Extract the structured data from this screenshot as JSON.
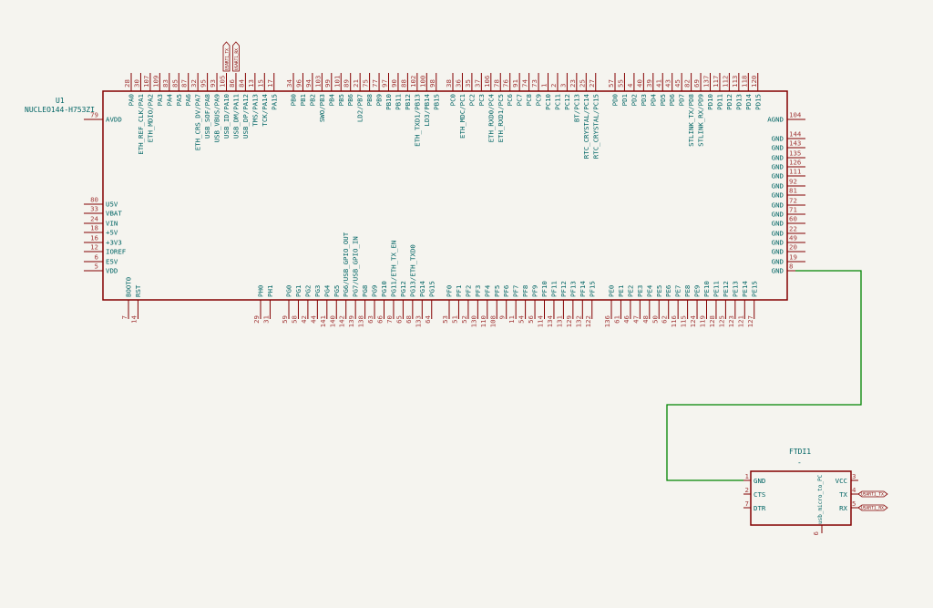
{
  "colors": {
    "background": "#f5f4ef",
    "outline": "#840000",
    "pin": "#840000",
    "pin_number": "#a33a3a",
    "pin_name": "#006464",
    "wire": "#008400",
    "label": "#840000"
  },
  "u1": {
    "reference": "U1",
    "value": "NUCLEO144-H753ZI",
    "left_pins": [
      {
        "num": "79",
        "name": "AVDD"
      },
      {
        "num": "80",
        "name": "U5V"
      },
      {
        "num": "33",
        "name": "VBAT"
      },
      {
        "num": "24",
        "name": "VIN"
      },
      {
        "num": "18",
        "name": "+5V"
      },
      {
        "num": "16",
        "name": "+3V3"
      },
      {
        "num": "12",
        "name": "IOREF"
      },
      {
        "num": "6",
        "name": "E5V"
      },
      {
        "num": "5",
        "name": "VDD"
      }
    ],
    "right_pins": [
      {
        "num": "104",
        "name": "AGND"
      },
      {
        "num": "144",
        "name": "GND"
      },
      {
        "num": "143",
        "name": "GND"
      },
      {
        "num": "135",
        "name": "GND"
      },
      {
        "num": "126",
        "name": "GND"
      },
      {
        "num": "111",
        "name": "GND"
      },
      {
        "num": "92",
        "name": "GND"
      },
      {
        "num": "81",
        "name": "GND"
      },
      {
        "num": "72",
        "name": "GND"
      },
      {
        "num": "71",
        "name": "GND"
      },
      {
        "num": "60",
        "name": "GND"
      },
      {
        "num": "22",
        "name": "GND"
      },
      {
        "num": "49",
        "name": "GND"
      },
      {
        "num": "20",
        "name": "GND"
      },
      {
        "num": "19",
        "name": "GND"
      },
      {
        "num": "8",
        "name": "GND"
      }
    ],
    "top_pins": [
      {
        "num": "28",
        "name": "PA0"
      },
      {
        "num": "30",
        "name": "ETH_REF_CLK/PA1"
      },
      {
        "num": "107",
        "name": "ETH_MDIO/PA2"
      },
      {
        "num": "109",
        "name": "PA3"
      },
      {
        "num": "83",
        "name": "PA4"
      },
      {
        "num": "85",
        "name": "PA5"
      },
      {
        "num": "87",
        "name": "PA6"
      },
      {
        "num": "32",
        "name": "ETH_CRS_DV/PA7"
      },
      {
        "num": "95",
        "name": "USB_SOF/PA8"
      },
      {
        "num": "93",
        "name": "USB_VBUS/PA9"
      },
      {
        "num": "105",
        "name": "USB_ID/PA10"
      },
      {
        "num": "86",
        "name": "USB_DM/PA11"
      },
      {
        "num": "84",
        "name": "USB_DP/PA12"
      },
      {
        "num": "13",
        "name": "TMS/PA13"
      },
      {
        "num": "15",
        "name": "TCK/PA14"
      },
      {
        "num": "17",
        "name": "PA15"
      },
      {
        "num": "34",
        "name": "PB0"
      },
      {
        "num": "96",
        "name": "PB1"
      },
      {
        "num": "94",
        "name": "PB2"
      },
      {
        "num": "103",
        "name": "SWO/PB3"
      },
      {
        "num": "99",
        "name": "PB4"
      },
      {
        "num": "101",
        "name": "PB5"
      },
      {
        "num": "89",
        "name": "PB6"
      },
      {
        "num": "21",
        "name": "LD2/PB7"
      },
      {
        "num": "75",
        "name": "PB8"
      },
      {
        "num": "77",
        "name": "PB9"
      },
      {
        "num": "97",
        "name": "PB10"
      },
      {
        "num": "90",
        "name": "PB11"
      },
      {
        "num": "88",
        "name": "PB12"
      },
      {
        "num": "102",
        "name": "ETH_TXD1/PB13"
      },
      {
        "num": "100",
        "name": "LD3/PB14"
      },
      {
        "num": "98",
        "name": "PB15"
      },
      {
        "num": "38",
        "name": "PC0"
      },
      {
        "num": "36",
        "name": "ETH_MDC/PC1"
      },
      {
        "num": "35",
        "name": "PC2"
      },
      {
        "num": "37",
        "name": "PC3"
      },
      {
        "num": "106",
        "name": "ETH_RXD0/PC4"
      },
      {
        "num": "78",
        "name": "ETH_RXD1/PC5"
      },
      {
        "num": "76",
        "name": "PC6"
      },
      {
        "num": "91",
        "name": "PC7"
      },
      {
        "num": "74",
        "name": "PC8"
      },
      {
        "num": "73",
        "name": "PC9"
      },
      {
        "num": "1",
        "name": "PC10"
      },
      {
        "num": "2",
        "name": "PC11"
      },
      {
        "num": "3",
        "name": "PC12"
      },
      {
        "num": "23",
        "name": "BT/PC13"
      },
      {
        "num": "25",
        "name": "RTC_CRYSTAL/PC14"
      },
      {
        "num": "27",
        "name": "RTC_CRYSTAL/PC15"
      },
      {
        "num": "57",
        "name": "PD0"
      },
      {
        "num": "55",
        "name": "PD1"
      },
      {
        "num": "4",
        "name": "PD2"
      },
      {
        "num": "40",
        "name": "PD3"
      },
      {
        "num": "39",
        "name": "PD4"
      },
      {
        "num": "41",
        "name": "PD5"
      },
      {
        "num": "43",
        "name": "PD6"
      },
      {
        "num": "45",
        "name": "PD7"
      },
      {
        "num": "82",
        "name": "STLINK_TX/PD8"
      },
      {
        "num": "69",
        "name": "STLINK_RX/PD9"
      },
      {
        "num": "137",
        "name": "PD10"
      },
      {
        "num": "117",
        "name": "PD11"
      },
      {
        "num": "112",
        "name": "PD12"
      },
      {
        "num": "113",
        "name": "PD13"
      },
      {
        "num": "118",
        "name": "PD14"
      },
      {
        "num": "120",
        "name": "PD15"
      }
    ],
    "bottom_pins": [
      {
        "num": "7",
        "name": "BOOT0"
      },
      {
        "num": "14",
        "name": "RST"
      },
      {
        "num": "29",
        "name": "PH0"
      },
      {
        "num": "31",
        "name": "PH1"
      },
      {
        "num": "59",
        "name": "PG0"
      },
      {
        "num": "58",
        "name": "PG1"
      },
      {
        "num": "42",
        "name": "PG2"
      },
      {
        "num": "44",
        "name": "PG3"
      },
      {
        "num": "141",
        "name": "PG4"
      },
      {
        "num": "140",
        "name": "PG5"
      },
      {
        "num": "142",
        "name": "PG6/USB_GPIO_OUT"
      },
      {
        "num": "139",
        "name": "PG7/USB_GPIO_IN"
      },
      {
        "num": "138",
        "name": "PG8"
      },
      {
        "num": "63",
        "name": "PG9"
      },
      {
        "num": "66",
        "name": "PG10"
      },
      {
        "num": "70",
        "name": "PG11/ETH_TX_EN"
      },
      {
        "num": "65",
        "name": "PG12"
      },
      {
        "num": "68",
        "name": "PG13/ETH_TXD0"
      },
      {
        "num": "133",
        "name": "PG14"
      },
      {
        "num": "64",
        "name": "PG15"
      },
      {
        "num": "53",
        "name": "PF0"
      },
      {
        "num": "51",
        "name": "PF1"
      },
      {
        "num": "52",
        "name": "PF2"
      },
      {
        "num": "130",
        "name": "PF3"
      },
      {
        "num": "110",
        "name": "PF4"
      },
      {
        "num": "108",
        "name": "PF5"
      },
      {
        "num": "9",
        "name": "PF6"
      },
      {
        "num": "11",
        "name": "PF7"
      },
      {
        "num": "54",
        "name": "PF8"
      },
      {
        "num": "56",
        "name": "PF9"
      },
      {
        "num": "114",
        "name": "PF10"
      },
      {
        "num": "134",
        "name": "PF11"
      },
      {
        "num": "131",
        "name": "PF12"
      },
      {
        "num": "129",
        "name": "PF13"
      },
      {
        "num": "132",
        "name": "PF14"
      },
      {
        "num": "122",
        "name": "PF15"
      },
      {
        "num": "136",
        "name": "PE0"
      },
      {
        "num": "61",
        "name": "PE1"
      },
      {
        "num": "46",
        "name": "PE2"
      },
      {
        "num": "47",
        "name": "PE3"
      },
      {
        "num": "48",
        "name": "PE4"
      },
      {
        "num": "50",
        "name": "PE5"
      },
      {
        "num": "62",
        "name": "PE6"
      },
      {
        "num": "116",
        "name": "PE7"
      },
      {
        "num": "115",
        "name": "PE8"
      },
      {
        "num": "124",
        "name": "PE9"
      },
      {
        "num": "119",
        "name": "PE10"
      },
      {
        "num": "128",
        "name": "PE11"
      },
      {
        "num": "125",
        "name": "PE12"
      },
      {
        "num": "123",
        "name": "PE13"
      },
      {
        "num": "121",
        "name": "PE14"
      },
      {
        "num": "127",
        "name": "PE15"
      }
    ],
    "top_labels": [
      {
        "text": "USART1_TX",
        "pin": "105"
      },
      {
        "text": "USART1_RX",
        "pin": "86"
      }
    ]
  },
  "ftdi": {
    "reference": "FTDI1",
    "value": "-",
    "footprint": "usb_micro_to_PC",
    "left_pins": [
      {
        "num": "1",
        "name": "GND"
      },
      {
        "num": "2",
        "name": "CTS"
      },
      {
        "num": "7",
        "name": "DTR"
      }
    ],
    "right_pins": [
      {
        "num": "3",
        "name": "VCC"
      },
      {
        "num": "4",
        "name": "TX"
      },
      {
        "num": "5",
        "name": "RX"
      }
    ],
    "bottom_pin": {
      "num": "6"
    },
    "labels": {
      "tx": "USART1_TX",
      "rx": "USART1_RX"
    }
  }
}
